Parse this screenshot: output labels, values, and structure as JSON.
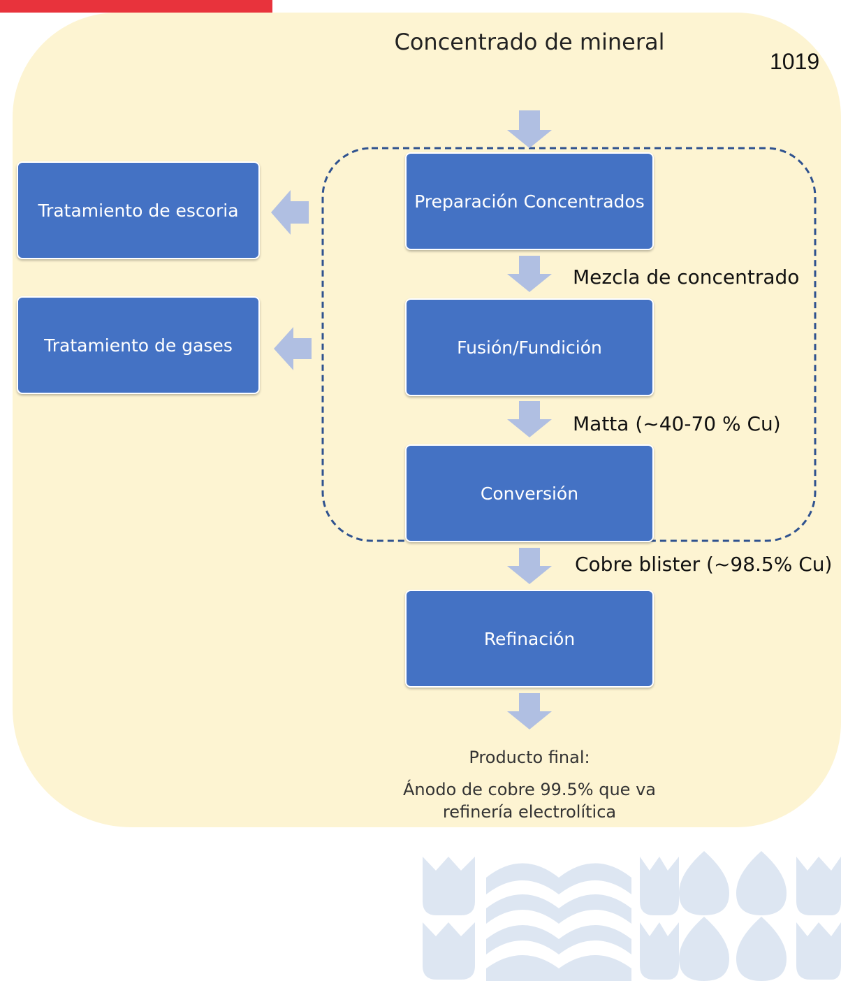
{
  "title": "Concentrado de mineral",
  "page_number": "1019",
  "boxes": {
    "preparacion": "Preparación Concentrados",
    "fusion": "Fusión/Fundición",
    "conversion": "Conversión",
    "refinacion": "Refinación",
    "escoria": "Tratamiento de escoria",
    "gases": "Tratamiento de gases"
  },
  "labels": {
    "mezcla": "Mezcla de concentrado",
    "matta": "Matta (~40-70 % Cu)",
    "blister": "Cobre blister (~98.5% Cu)"
  },
  "final": {
    "heading": "Producto final:",
    "description": "Ánodo de cobre 99.5% que va refinería electrolítica"
  },
  "colors": {
    "background": "#fdf4d2",
    "box": "#4472c4",
    "arrow": "#b0bfe2",
    "dashed": "#2f528f",
    "red": "#e8333c",
    "watermark": "#dde6f2"
  }
}
